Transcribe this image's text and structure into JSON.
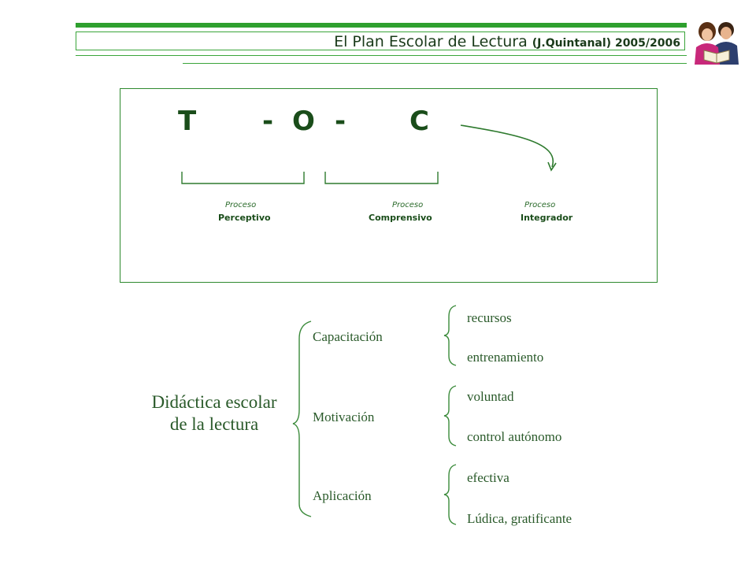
{
  "header": {
    "title": "El Plan Escolar de Lectura",
    "subtitle": "(J.Quintanal) 2005/2006",
    "logo_icon": "children-reading-icon",
    "accent_color": "#2ea02e"
  },
  "toc": {
    "letters": [
      "T",
      "-",
      "O",
      "-",
      "C"
    ],
    "processes": [
      {
        "kind": "Proceso",
        "name": "Perceptivo"
      },
      {
        "kind": "Proceso",
        "name": "Comprensivo"
      },
      {
        "kind": "Proceso",
        "name": "Integrador"
      }
    ]
  },
  "didactica": {
    "root": [
      "Didáctica escolar",
      "de la lectura"
    ],
    "branches": [
      {
        "label": "Capacitación",
        "leaves": [
          "recursos",
          "entrenamiento"
        ]
      },
      {
        "label": "Motivación",
        "leaves": [
          "voluntad",
          "control autónomo"
        ]
      },
      {
        "label": "Aplicación",
        "leaves": [
          "efectiva",
          "Lúdica, gratificante"
        ]
      }
    ]
  }
}
